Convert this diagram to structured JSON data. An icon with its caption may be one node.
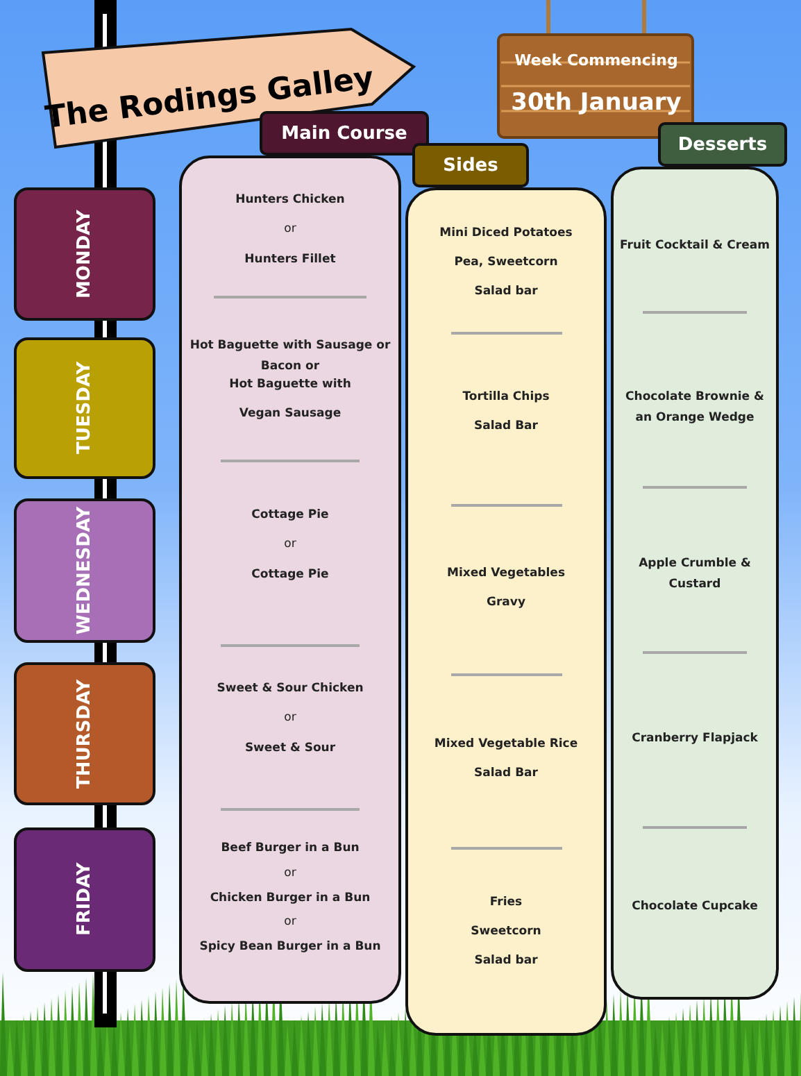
{
  "diagram": {
    "nodes": [
      {
        "text": [
          "The Rodings Galley"
        ]
      },
      {
        "text": [
          "Week Commencing",
          "30th January"
        ]
      },
      {
        "text": [
          "Main Course"
        ]
      },
      {
        "text": [
          "Sides"
        ]
      },
      {
        "text": [
          "Desserts"
        ]
      },
      {
        "text": [
          "MONDAY"
        ]
      },
      {
        "text": [
          "TUESDAY"
        ]
      },
      {
        "text": [
          "WEDNESDAY"
        ]
      },
      {
        "text": [
          "THURSDAY"
        ]
      },
      {
        "text": [
          "FRIDAY"
        ]
      },
      {
        "text": [
          "Hunters Chicken",
          "or",
          "Hunters Fillet",
          "Hot Baguette with Sausage or Bacon or",
          "Hot Baguette with",
          "Vegan Sausage",
          "Cottage Pie",
          "or",
          "Cottage Pie",
          "Sweet & Sour Chicken",
          "or",
          "Sweet & Sour",
          "Beef Burger in a Bun",
          "or",
          "Chicken Burger in a Bun",
          "or",
          "Spicy Bean Burger in a Bun"
        ]
      },
      {
        "text": [
          "Mini Diced Potatoes",
          "Pea, Sweetcorn",
          "Salad bar",
          "Tortilla Chips",
          "Salad Bar",
          "Mixed Vegetables",
          "Gravy",
          "Mixed Vegetable Rice",
          "Salad Bar",
          "Fries",
          "Sweetcorn",
          "Salad bar"
        ]
      },
      {
        "text": [
          "Fruit Cocktail & Cream",
          "Chocolate Brownie & an Orange Wedge",
          "Apple Crumble & Custard",
          "Cranberry Flapjack",
          "Chocolate Cupcake"
        ]
      }
    ]
  }
}
